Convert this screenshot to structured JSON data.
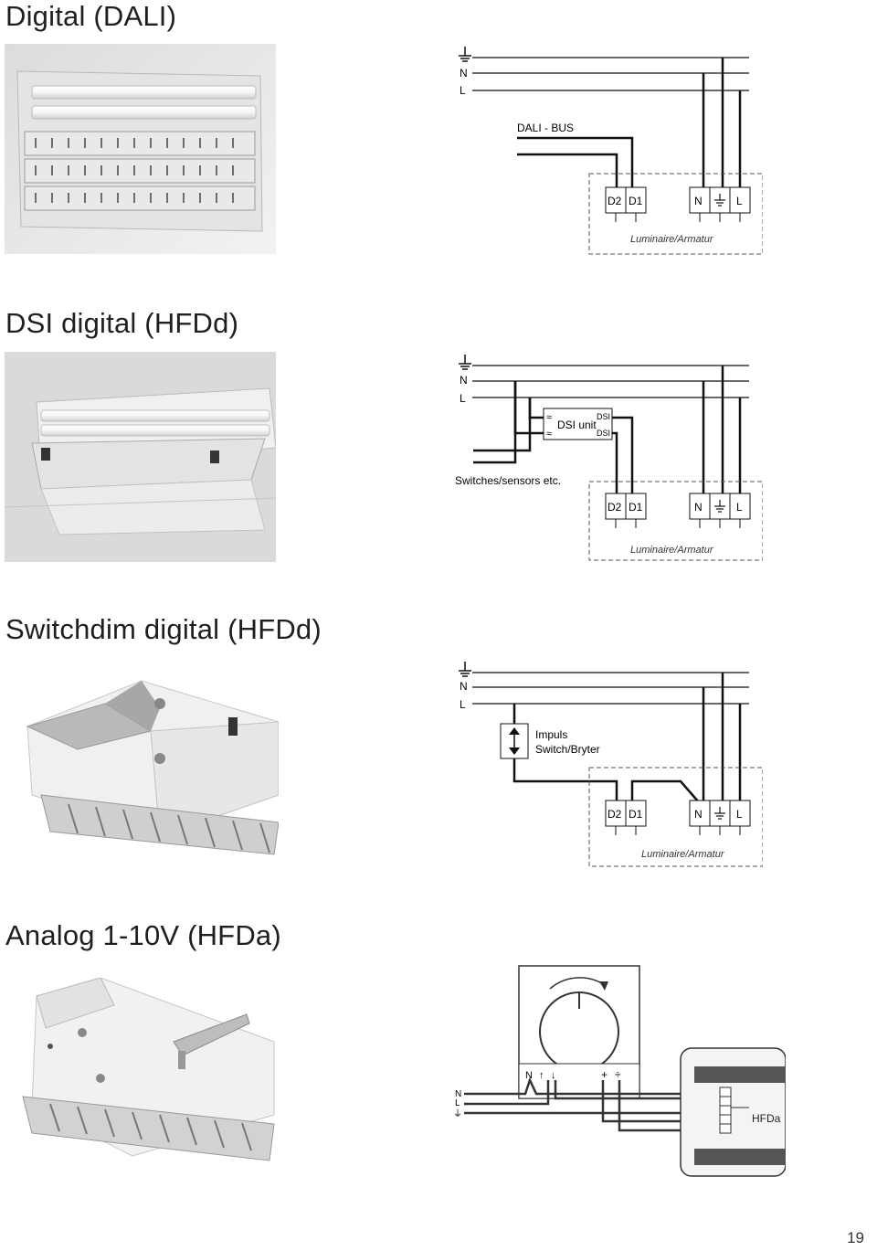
{
  "sections": {
    "dali": {
      "title": "Digital (DALI)",
      "bus_label": "DALI - BUS",
      "luminaire_label": "Luminaire/Armatur"
    },
    "dsi": {
      "title": "DSI digital (HFDd)",
      "unit_label": "DSI unit",
      "dsi_top": "DSI",
      "dsi_bottom": "DSI",
      "switches_label": "Switches/sensors etc.",
      "luminaire_label": "Luminaire/Armatur"
    },
    "switchdim": {
      "title": "Switchdim digital (HFDd)",
      "impuls_line1": "Impuls",
      "impuls_line2": "Switch/Bryter",
      "luminaire_label": "Luminaire/Armatur"
    },
    "analog": {
      "title": "Analog 1-10V (HFDa)",
      "hfda_label": "HFDa"
    }
  },
  "terminals": {
    "d2": "D2",
    "d1": "D1",
    "n": "N",
    "l": "L"
  },
  "supply_lines": {
    "n": "N",
    "l": "L"
  },
  "page_number": "19"
}
